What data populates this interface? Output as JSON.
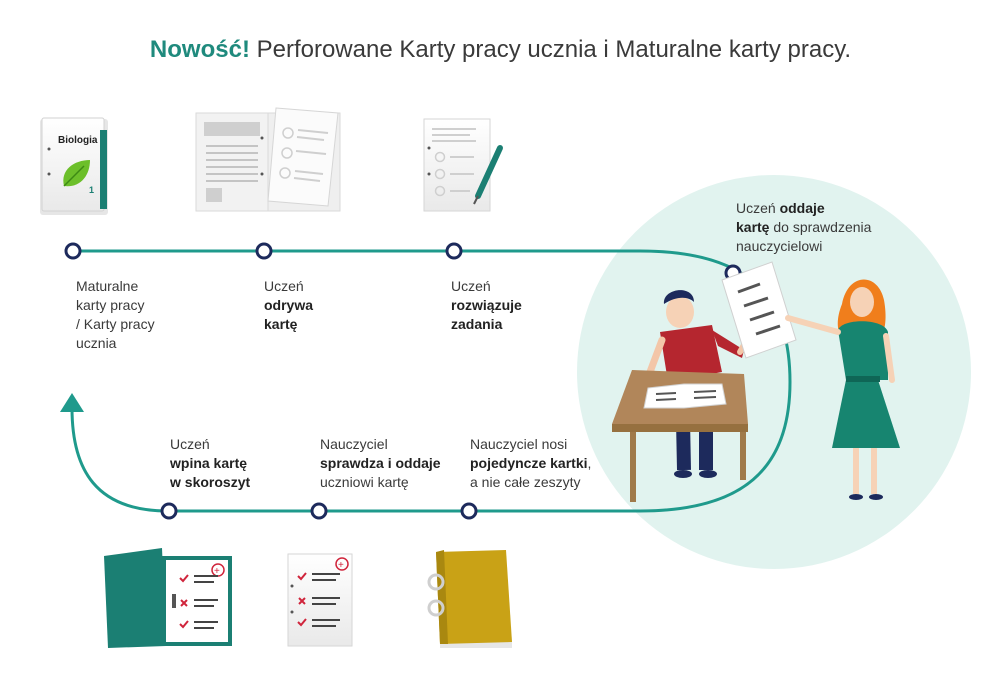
{
  "title": {
    "accent": "Nowość!",
    "rest": " Perforowane Karty pracy ucznia i Maturalne karty pracy."
  },
  "book": {
    "title": "Biologia",
    "number": "1"
  },
  "steps": [
    {
      "lines": [
        "Maturalne",
        "karty pracy",
        "/ Karty pracy",
        "ucznia"
      ]
    },
    {
      "pre": "Uczeń",
      "bold": [
        "odrywa",
        "kartę"
      ]
    },
    {
      "pre": "Uczeń",
      "bold": [
        "rozwiązuje",
        "zadania"
      ]
    },
    {
      "pre": "Uczeń",
      "bold_inline": "oddaje",
      "bold2": "kartę",
      "post": " do sprawdzenia",
      "post2": "nauczycielowi"
    },
    {
      "pre": "Nauczyciel nosi",
      "bold": "pojedyncze kartki",
      "post": ",",
      "post2": "a nie całe zeszyty"
    },
    {
      "pre": "Nauczyciel",
      "bold": "sprawdza i oddaje",
      "post2": "uczniowi kartę"
    },
    {
      "pre": "Uczeń",
      "bold": [
        "wpina kartę",
        "w skoroszyt"
      ]
    }
  ],
  "colors": {
    "teal": "#1f9a8c",
    "accent": "#1f8a7d",
    "node": "#1d2a5c",
    "circle": "#e1f3ef",
    "folder_green": "#1b7f73",
    "folder_gold": "#c9a216",
    "check": "#d0253c"
  }
}
